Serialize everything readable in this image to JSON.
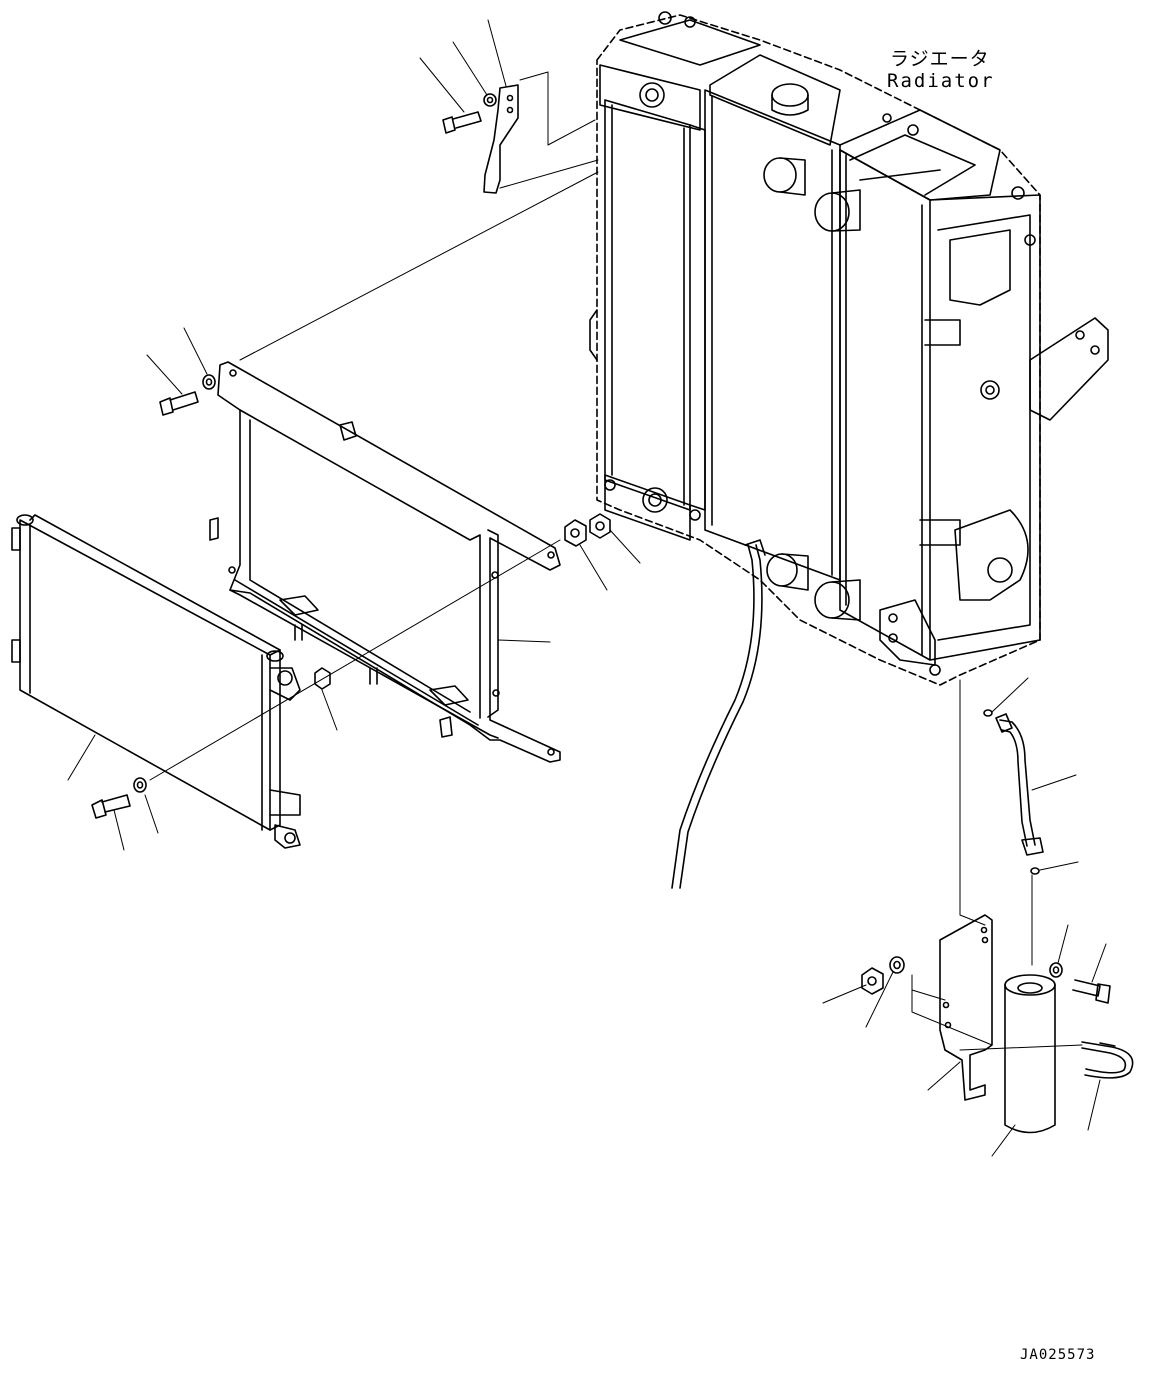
{
  "callout": {
    "name_jp": "ラジエータ",
    "name_en": "Radiator"
  },
  "drawing_number": "JA025573",
  "colors": {
    "line": "#000000",
    "background": "#ffffff"
  }
}
